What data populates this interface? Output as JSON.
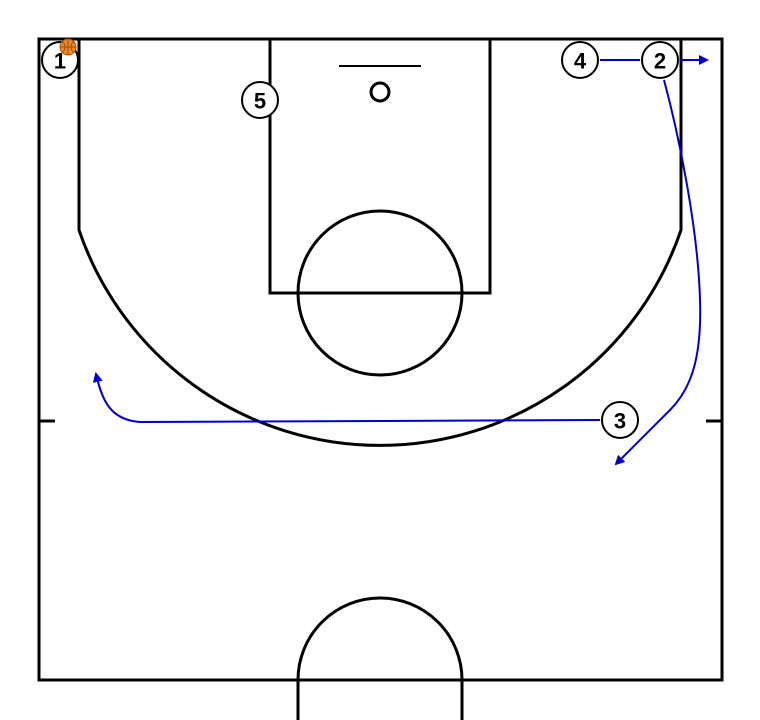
{
  "colors": {
    "court_lines": "#000000",
    "movement": "#0000cc",
    "ball": "#e8892a",
    "background": "#ffffff"
  },
  "players": [
    {
      "id": "p1",
      "label": "1",
      "has_ball": true
    },
    {
      "id": "p2",
      "label": "2",
      "has_ball": false
    },
    {
      "id": "p3",
      "label": "3",
      "has_ball": false
    },
    {
      "id": "p4",
      "label": "4",
      "has_ball": false
    },
    {
      "id": "p5",
      "label": "5",
      "has_ball": false
    }
  ],
  "icons": {
    "ball": "basketball-icon"
  }
}
